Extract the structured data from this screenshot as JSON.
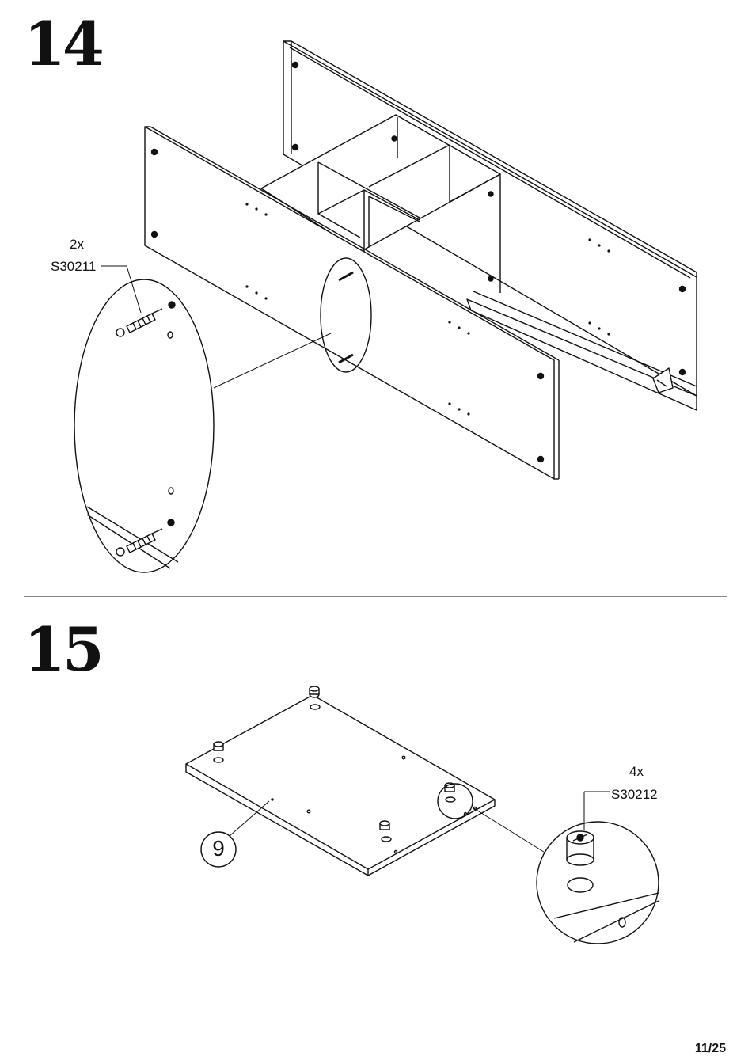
{
  "steps": [
    {
      "number": "14",
      "parts": [
        {
          "qty": "2x",
          "code": "S30211"
        }
      ]
    },
    {
      "number": "15",
      "panel_number": "9",
      "parts": [
        {
          "qty": "4x",
          "code": "S30212"
        }
      ]
    }
  ],
  "footer": {
    "page": "11/25"
  }
}
